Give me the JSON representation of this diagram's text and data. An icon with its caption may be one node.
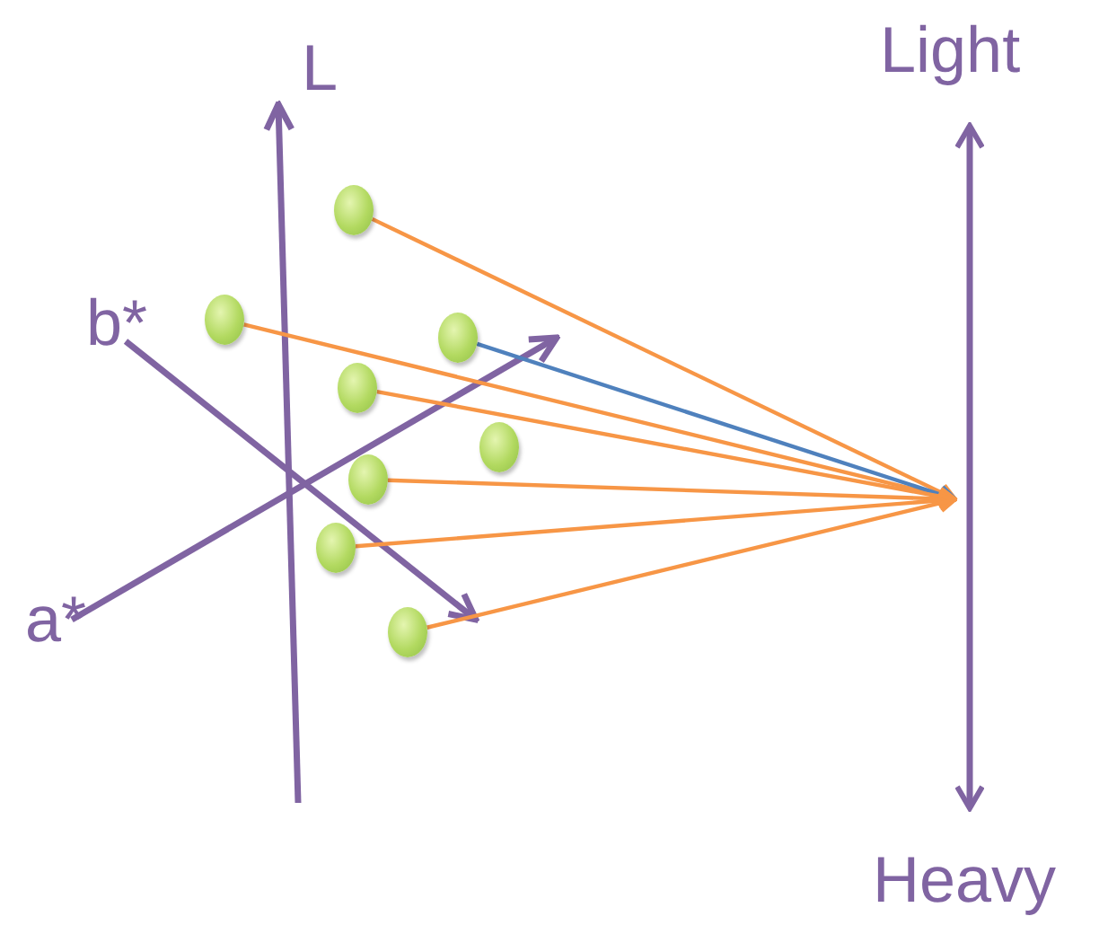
{
  "diagram": {
    "nodes": [
      {
        "text": [],
        "shape": "circle"
      },
      {
        "text": [],
        "shape": "circle"
      },
      {
        "text": [],
        "shape": "circle"
      },
      {
        "text": [],
        "shape": "circle"
      },
      {
        "text": [],
        "shape": "circle"
      },
      {
        "text": [],
        "shape": "circle"
      },
      {
        "text": [],
        "shape": "circle"
      },
      {
        "text": [],
        "shape": "circle"
      },
      {
        "text": [],
        "shape": "bar",
        "beside": [
          "Light",
          "Heavy"
        ]
      }
    ],
    "edges": [
      {
        "from": 0,
        "to": 8,
        "arrow": "to"
      },
      {
        "from": 1,
        "to": 8,
        "arrow": "to"
      },
      {
        "from": 2,
        "to": 8,
        "arrow": "to",
        "color": "#4f81bd"
      },
      {
        "from": 3,
        "to": 8,
        "arrow": "to"
      },
      {
        "from": 4,
        "to": 8,
        "arrow": "to"
      },
      {
        "from": 6,
        "to": 8,
        "arrow": "to"
      },
      {
        "from": 7,
        "to": 8,
        "arrow": "to"
      }
    ],
    "labels": [
      "L",
      "b*",
      "a*"
    ]
  }
}
